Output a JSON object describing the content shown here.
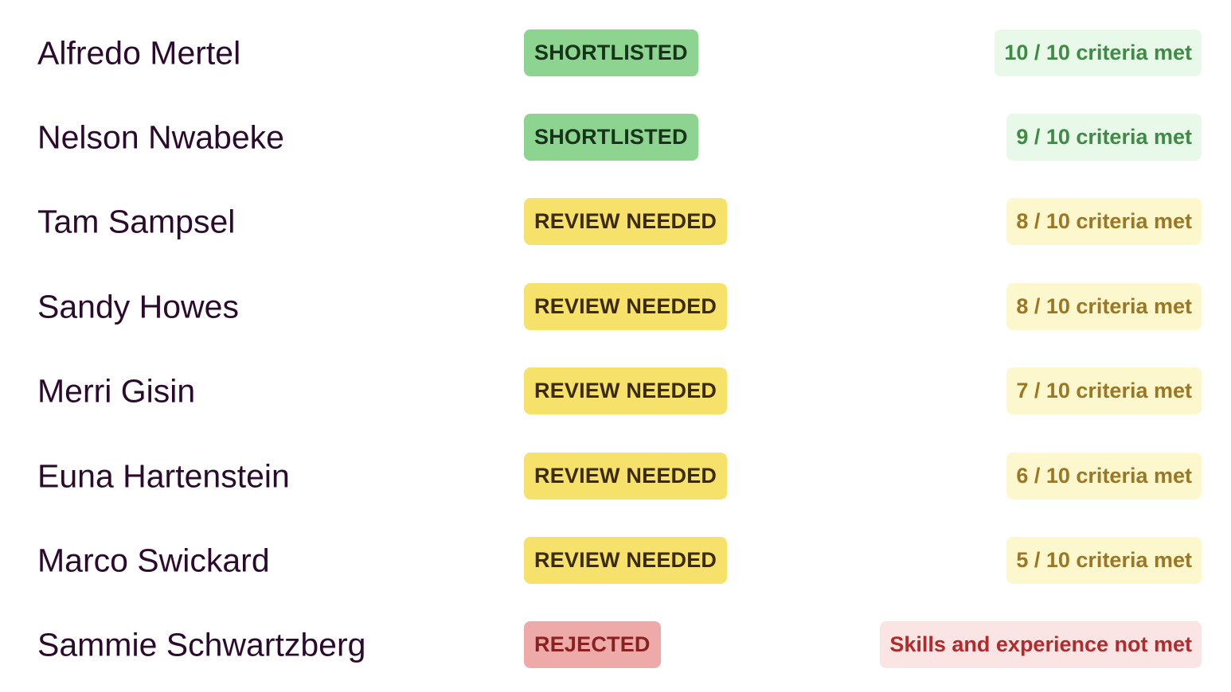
{
  "candidates": [
    {
      "name": "Alfredo Mertel",
      "status": "SHORTLISTED",
      "criteria": "10 / 10 criteria met"
    },
    {
      "name": "Nelson Nwabeke",
      "status": "SHORTLISTED",
      "criteria": "9 / 10 criteria met"
    },
    {
      "name": "Tam Sampsel",
      "status": "REVIEW NEEDED",
      "criteria": "8 / 10 criteria met"
    },
    {
      "name": "Sandy Howes",
      "status": "REVIEW NEEDED",
      "criteria": "8 / 10 criteria met"
    },
    {
      "name": "Merri Gisin",
      "status": "REVIEW NEEDED",
      "criteria": "7 / 10 criteria met"
    },
    {
      "name": "Euna Hartenstein",
      "status": "REVIEW NEEDED",
      "criteria": "6 / 10 criteria met"
    },
    {
      "name": "Marco Swickard",
      "status": "REVIEW NEEDED",
      "criteria": "5 / 10 criteria met"
    },
    {
      "name": "Sammie Schwartzberg",
      "status": "REJECTED",
      "criteria": "Skills and experience not met"
    }
  ],
  "colors": {
    "name_text": "#2b0a2e",
    "shortlisted_bg": "#8cd48f",
    "review_bg": "#f6e16a",
    "rejected_bg": "#eea9a9",
    "criteria_good_bg": "#e8f8e9",
    "criteria_medium_bg": "#fdf7cd",
    "criteria_bad_bg": "#fbe4e4"
  }
}
